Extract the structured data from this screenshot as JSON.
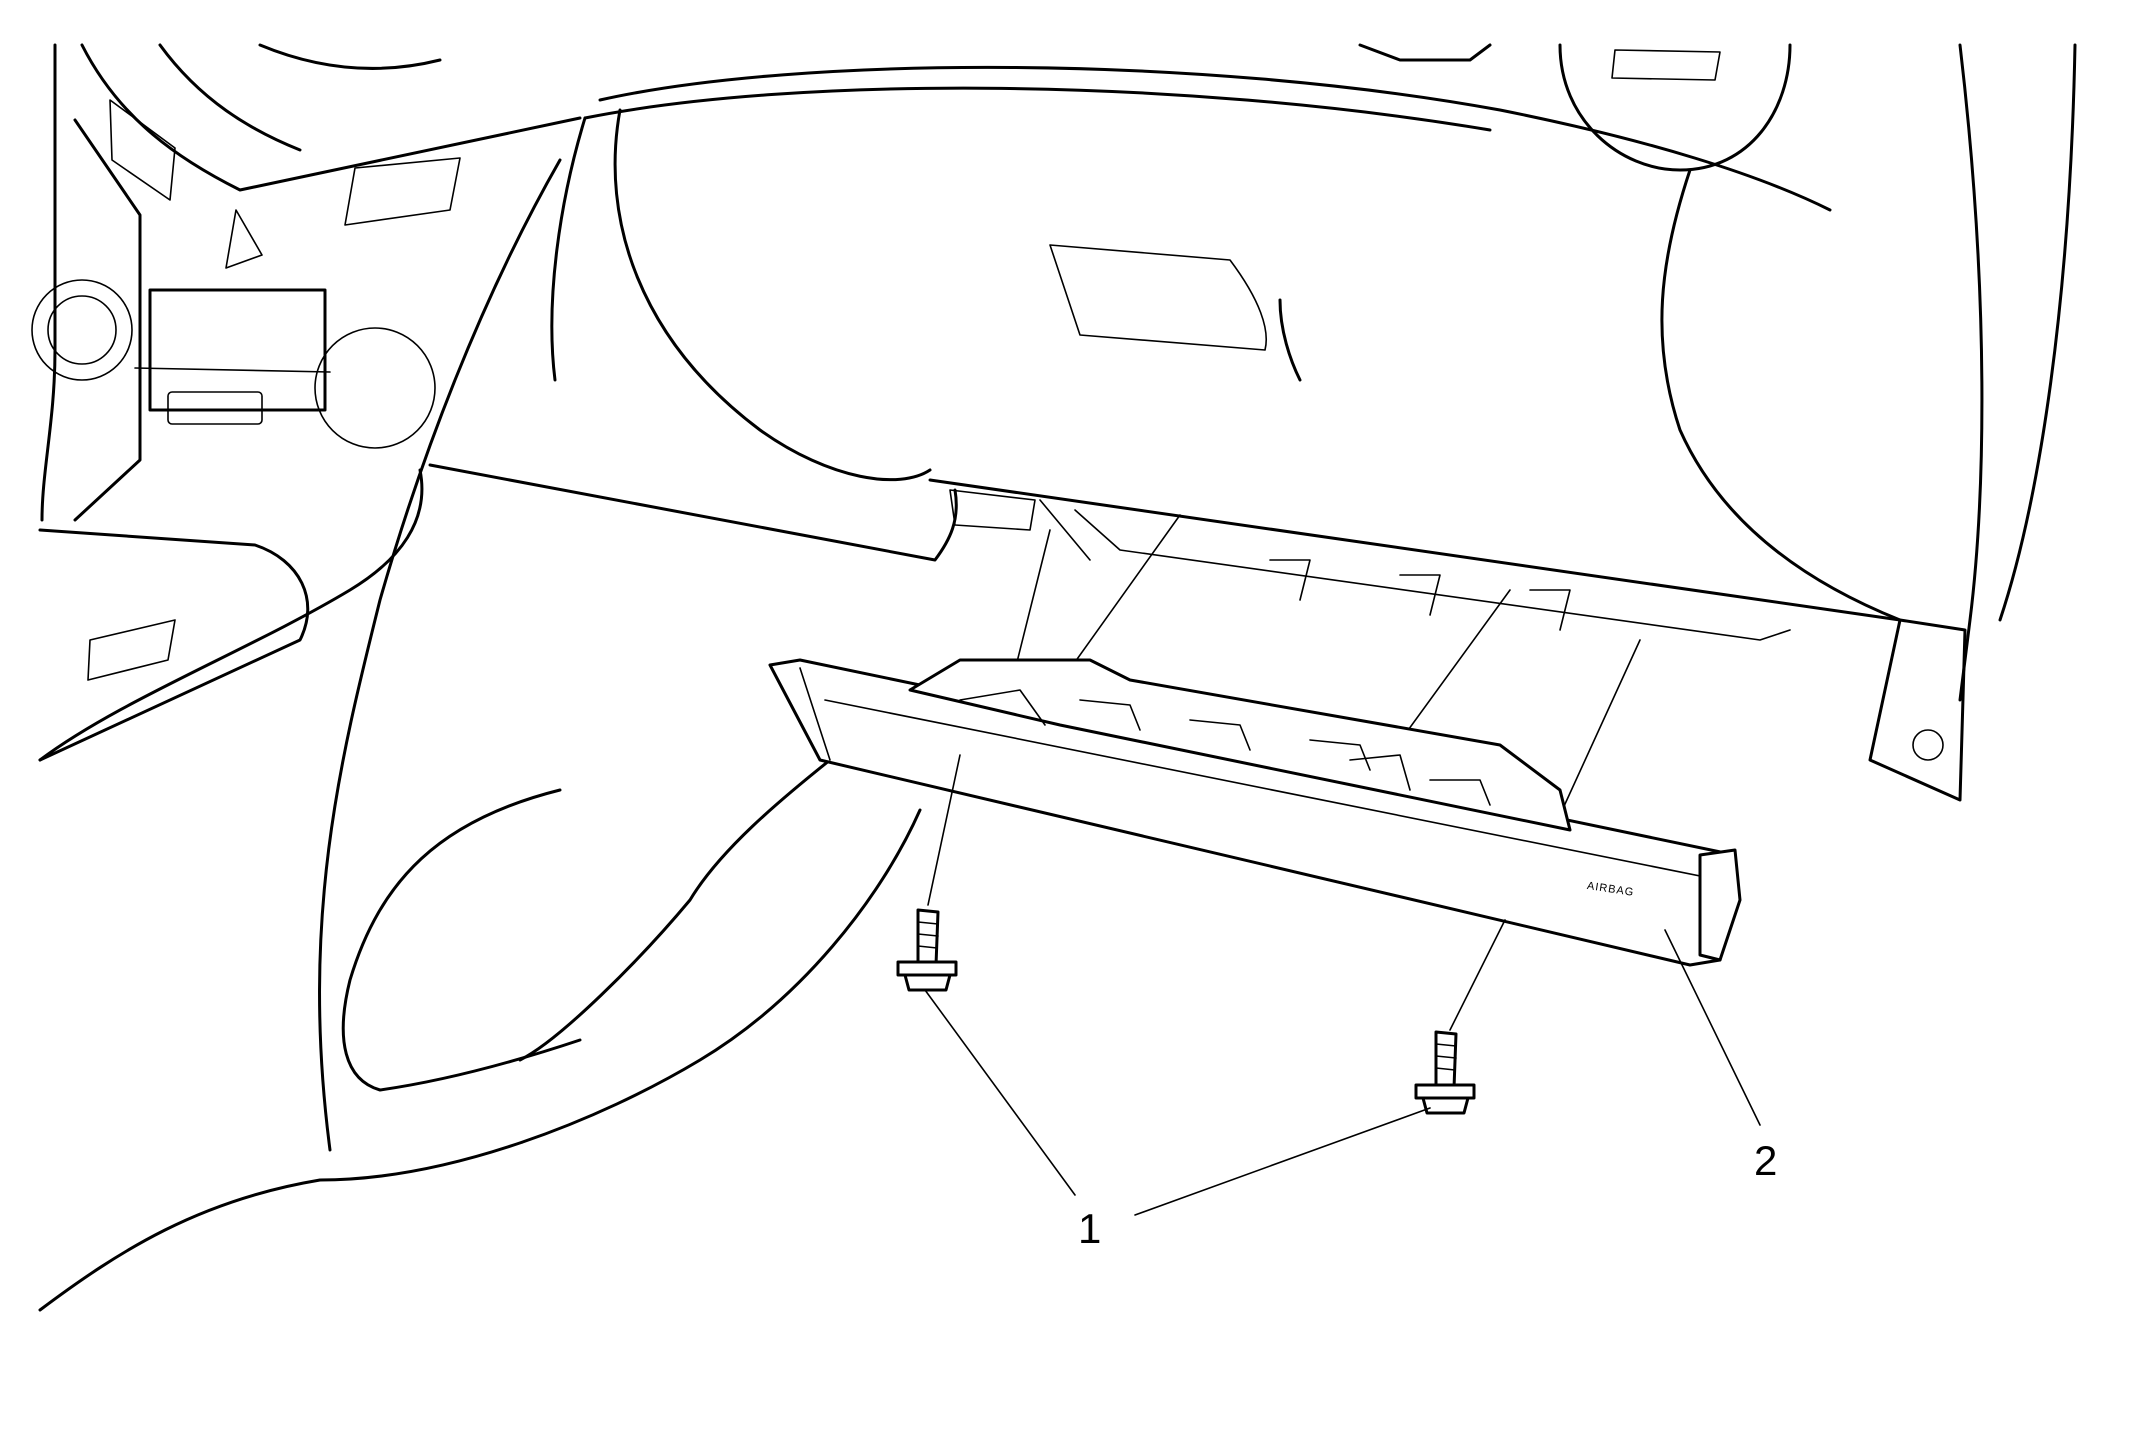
{
  "callouts": [
    {
      "number": "1"
    },
    {
      "number": "2"
    }
  ],
  "panel_marking": "AIRBAG"
}
